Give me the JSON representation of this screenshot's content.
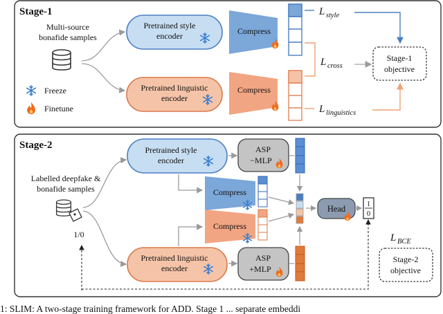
{
  "stage1": {
    "title": "Stage-1",
    "samples_line1": "Multi-source",
    "samples_line2": "bonafide samples",
    "style_enc_line1": "Pretrained style",
    "style_enc_line2": "encoder",
    "ling_enc_line1": "Pretrained linguistic",
    "ling_enc_line2": "encoder",
    "compress": "Compress",
    "compress2": "Compress",
    "legend_freeze": "Freeze",
    "legend_finetune": "Finetune",
    "loss_style_base": "L",
    "loss_style_sub": "style",
    "loss_cross_base": "L",
    "loss_cross_sub": "cross",
    "loss_ling_base": "L",
    "loss_ling_sub": "linguistics",
    "objective_line1": "Stage-1",
    "objective_line2": "objective"
  },
  "stage2": {
    "title": "Stage-2",
    "samples_line1": "Labelled deepfake &",
    "samples_line2": "bonafide samples",
    "label_10": "1/0",
    "style_enc_line1": "Pretrained style",
    "style_enc_line2": "encoder",
    "ling_enc_line1": "Pretrained linguistic",
    "ling_enc_line2": "encoder",
    "asp_top_line1": "ASP",
    "asp_top_line2": "−MLP",
    "asp_bot_line1": "ASP",
    "asp_bot_line2": "+MLP",
    "compress_a": "Compress",
    "compress_b": "Compress",
    "head": "Head",
    "out_top": "1",
    "out_bot": "0",
    "loss_bce_base": "L",
    "loss_bce_sub": "BCE",
    "objective_line1": "Stage-2",
    "objective_line2": "objective"
  },
  "caption_fragment": "1: SLIM: A two-stage training framework for ADD. Stage 1 ... separate embeddi",
  "colors": {
    "blue_fill": "#c7ddf2",
    "blue_stroke": "#4a7fc1",
    "orange_fill": "#f5c4a8",
    "orange_stroke": "#d9794a",
    "compress_blue": "#7ba7d9",
    "compress_orange": "#f2a582",
    "asp_fill": "#c4c4c4",
    "head_fill": "#8c9bb0",
    "snow": "#3a7fd0",
    "fire": "#f06a1e"
  }
}
